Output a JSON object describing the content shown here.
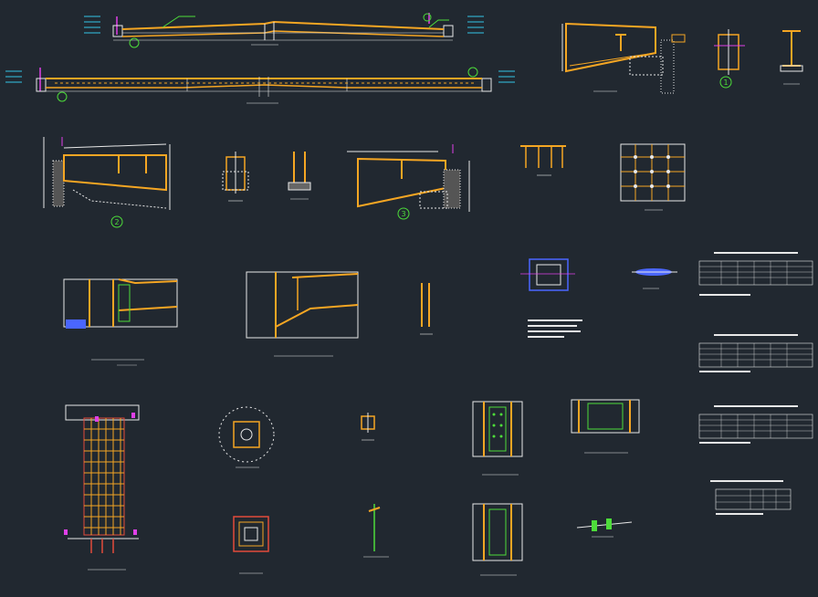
{
  "colors": {
    "background": "#212830",
    "beam": "#f5a623",
    "line": "#e8e8e8",
    "green": "#4ddc3a",
    "magenta": "#e040e8",
    "cyan": "#34c6e8",
    "yellow": "#f2e640",
    "red": "#e34a3a",
    "blue": "#4a66ff",
    "gray": "#9aa0a6"
  },
  "detail_markers": [
    {
      "id": "m1",
      "text": "1"
    },
    {
      "id": "m2",
      "text": "2"
    },
    {
      "id": "m3",
      "text": "3"
    }
  ],
  "icons": [
    "circle-marker-icon"
  ]
}
